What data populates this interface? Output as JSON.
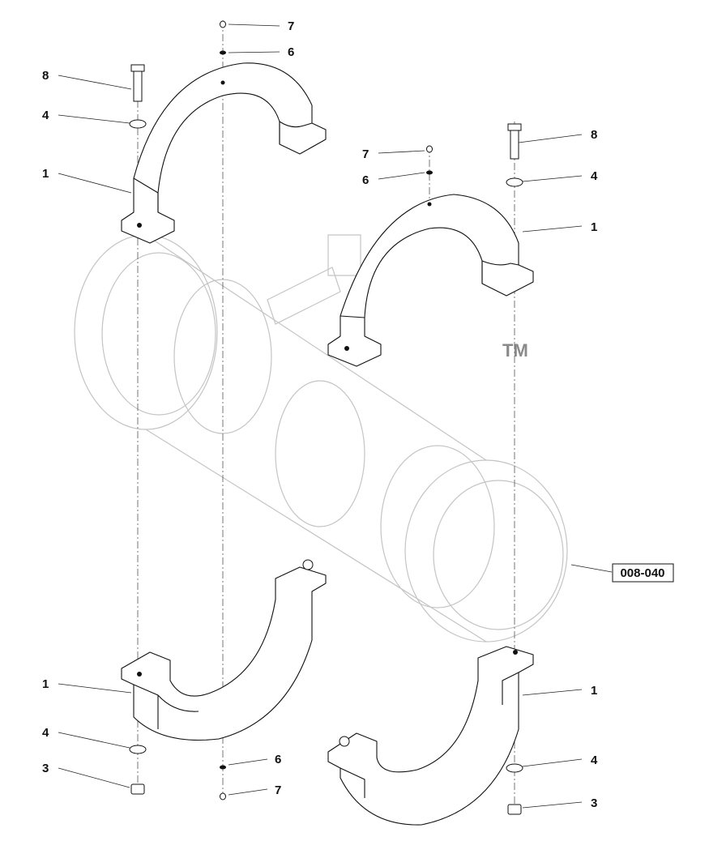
{
  "watermark": {
    "text": "TM"
  },
  "reference_box": {
    "text": "008-040"
  },
  "callouts": [
    "7",
    "6",
    "8",
    "4",
    "1",
    "7",
    "6",
    "8",
    "4",
    "1",
    "1",
    "4",
    "3",
    "6",
    "7",
    "1",
    "4",
    "3"
  ],
  "colors": {
    "line": "#111111",
    "ghost": "#c4c4c4",
    "watermark": "#8a8a8a"
  }
}
